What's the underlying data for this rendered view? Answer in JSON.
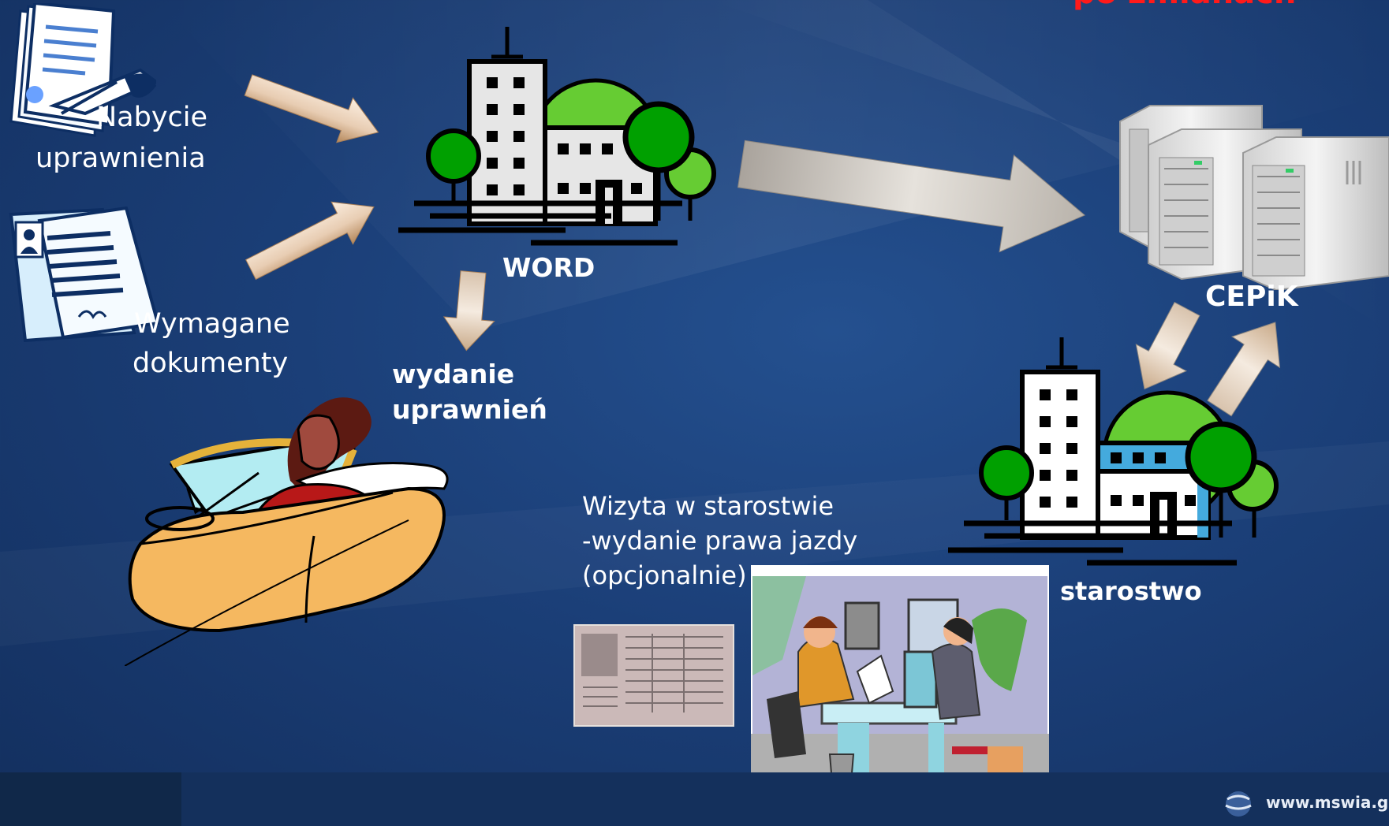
{
  "header": {
    "title": "po zmianach"
  },
  "left": {
    "acquire_label": [
      "Nabycie",
      "uprawnienia"
    ],
    "documents_label": [
      "Wymagane",
      "dokumenty"
    ]
  },
  "center": {
    "word_label": "WORD",
    "issue_label": [
      "wydanie",
      "uprawnień"
    ],
    "visit_label": [
      "Wizyta w starostwie",
      "-wydanie prawa jazdy",
      "(opcjonalnie)"
    ]
  },
  "right": {
    "cepik_label": "CEPiK",
    "starostwo_label": "starostwo"
  },
  "footer": {
    "url": "www.mswia.gov"
  },
  "colors": {
    "background": "#1b3f78",
    "title_red": "#ff1a1a",
    "tree_green": "#00a000",
    "tree_light_green": "#66cc33",
    "starostwo_accent": "#44aadd",
    "arrow_light": "#f4e4d2",
    "arrow_tan": "#c0956c"
  },
  "icons": [
    "document-sign-icon",
    "documents-list-icon",
    "word-building-icon",
    "server-icon",
    "starostwo-building-icon",
    "driver-car-icon",
    "license-card-icon",
    "office-visit-icon"
  ]
}
